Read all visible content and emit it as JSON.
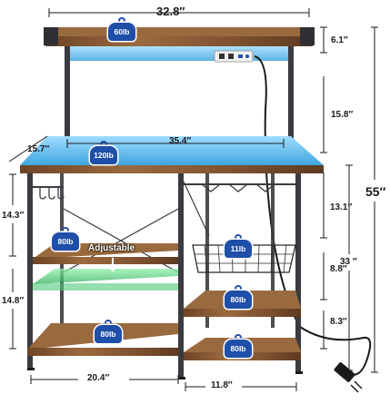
{
  "dimensions": {
    "top_width": "32.8″",
    "mid_width": "35.4″",
    "depth": "15.7″",
    "bottom_left_width": "20.4″",
    "bottom_right_width": "11.8″",
    "total_height": "55″",
    "hutch_top_gap": "6.1″",
    "hutch_height": "15.8″",
    "right_upper_gap": "13.1″",
    "right_mid_gap": "8.8″",
    "right_low_gap": "8.3″",
    "right_section_height": "33 ″",
    "left_upper_gap": "14.3″",
    "left_lower_gap": "14.8″"
  },
  "loads": {
    "top_shelf": "60lb",
    "main_shelf": "120lb",
    "left_mid_shelf": "80lb",
    "basket": "11lb",
    "right_mid_shelf": "80lb",
    "bottom_left_shelf": "80lb",
    "bottom_right_shelf": "80lb"
  },
  "labels": {
    "adjustable": "Adjustable"
  },
  "colors": {
    "frame": "#3a3b3f",
    "wood": "#8a5a34",
    "wood_dark": "#5c3a20",
    "led_blue": "#6fc6f2",
    "led_green": "#6fe08e",
    "badge": "#1f4fa8"
  }
}
